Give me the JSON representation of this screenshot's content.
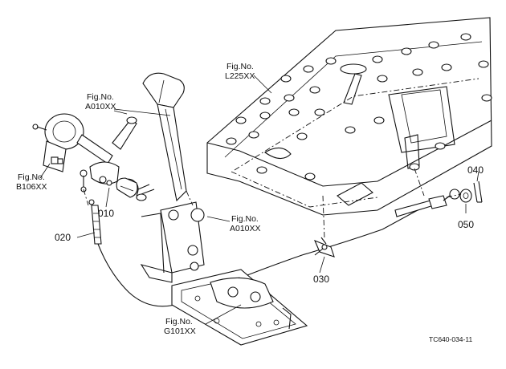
{
  "drawing_code": "TC640-034-11",
  "fig_refs": [
    {
      "id": "a010xx_top",
      "line1": "Fig.No.",
      "line2": "A010XX"
    },
    {
      "id": "l225xx",
      "line1": "Fig.No.",
      "line2": "L225XX"
    },
    {
      "id": "b106xx",
      "line1": "Fig.No.",
      "line2": "B106XX"
    },
    {
      "id": "a010xx_mid",
      "line1": "Fig.No.",
      "line2": "A010XX"
    },
    {
      "id": "g101xx",
      "line1": "Fig.No.",
      "line2": "G101XX"
    }
  ],
  "part_numbers": [
    "010",
    "020",
    "030",
    "040",
    "050"
  ]
}
